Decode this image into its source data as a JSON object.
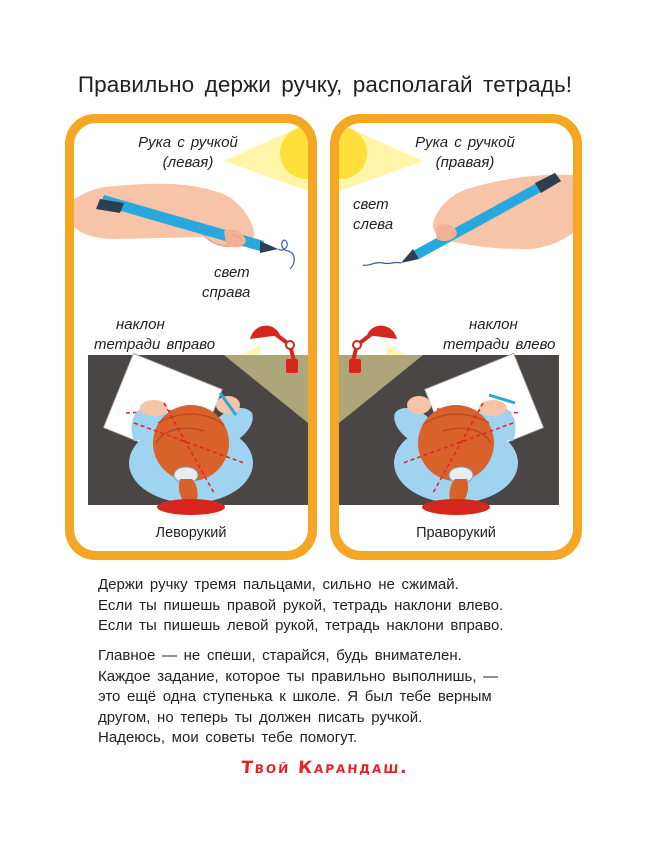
{
  "title": "Правильно держи ручку, располагай тетрадь!",
  "panels": {
    "left": {
      "hand_label_1": "Рука с ручкой",
      "hand_label_2": "(левая)",
      "light_label_1": "свет",
      "light_label_2": "справа",
      "tilt_label_1": "наклон",
      "tilt_label_2": "тетради вправо",
      "caption": "Леворукий"
    },
    "right": {
      "hand_label_1": "Рука с ручкой",
      "hand_label_2": "(правая)",
      "light_label_1": "свет",
      "light_label_2": "слева",
      "tilt_label_1": "наклон",
      "tilt_label_2": "тетради влево",
      "caption": "Праворукий"
    }
  },
  "paragraph1": [
    "Держи ручку тремя пальцами, сильно не сжимай.",
    "Если ты пишешь правой рукой, тетрадь наклони влево.",
    "Если ты пишешь левой рукой, тетрадь наклони вправо."
  ],
  "paragraph2": [
    "Главное — не спеши, старайся, будь внимателен.",
    "Каждое задание, которое ты правильно выполнишь, —",
    "это ещё одна ступенька к школе. Я был тебе верным",
    "другом, но теперь ты должен писать ручкой.",
    "Надеюсь, мои советы тебе помогут."
  ],
  "signature": "Твой Карандаш.",
  "colors": {
    "panel_border": "#f5a623",
    "signature": "#e8202a",
    "desk": "#4a4646",
    "lamp": "#d7261e",
    "light": "#fff5a8",
    "pen": "#29a8e0",
    "skin": "#f7c4a8",
    "hair": "#d9622b",
    "shirt": "#9fd3ef"
  }
}
